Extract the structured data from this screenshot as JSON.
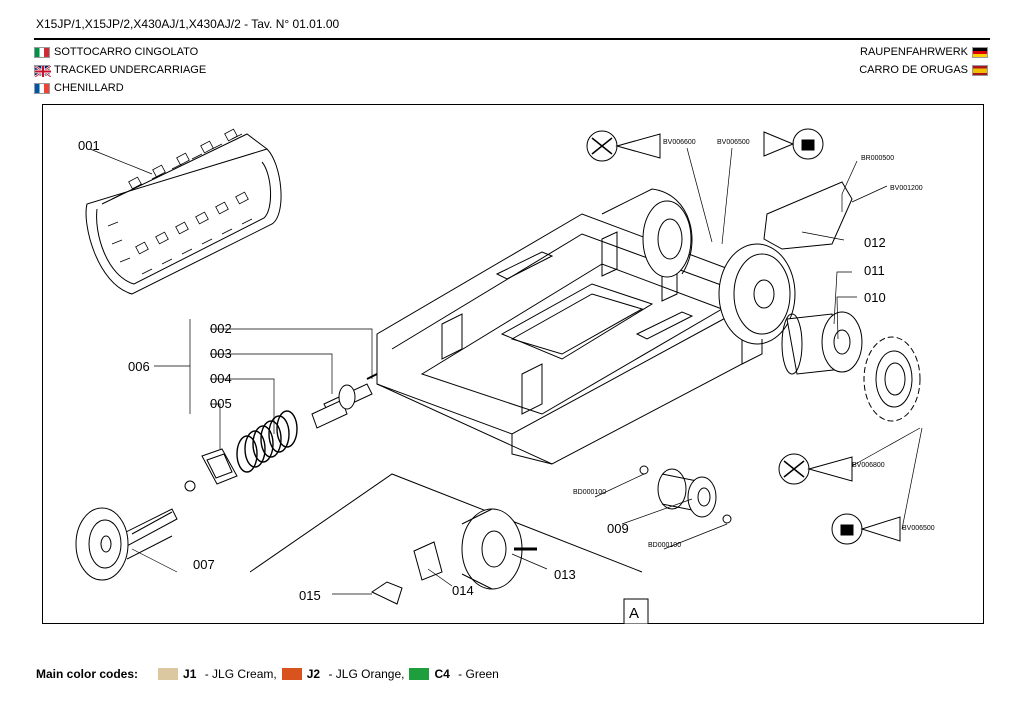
{
  "header": {
    "title": "X15JP/1,X15JP/2,X430AJ/1,X430AJ/2 - Tav. N° 01.01.00",
    "left_languages": [
      {
        "flag": "italy-flag",
        "label": "SOTTOCARRO CINGOLATO"
      },
      {
        "flag": "uk-flag",
        "label": "TRACKED UNDERCARRIAGE"
      },
      {
        "flag": "france-flag",
        "label": "CHENILLARD"
      }
    ],
    "right_languages": [
      {
        "flag": "germany-flag",
        "label": "RAUPENFAHRWERK"
      },
      {
        "flag": "spain-flag",
        "label": "CARRO DE ORUGAS"
      }
    ]
  },
  "drawing": {
    "parts": {
      "p001": "001",
      "p002": "002",
      "p003": "003",
      "p004": "004",
      "p005": "005",
      "p006": "006",
      "p007": "007",
      "p009": "009",
      "p010": "010",
      "p011": "011",
      "p012": "012",
      "p013": "013",
      "p014": "014",
      "p015": "015"
    },
    "codes": {
      "bv006600": "BV006600",
      "bv006500_top": "BV006500",
      "br000500": "BR000500",
      "bv001200": "BV001200",
      "bd000100_a": "BD000100",
      "bd000100_b": "BD000100",
      "bv006800": "BV006800",
      "bv006500_bottom": "BV006500"
    },
    "detail_label": "A"
  },
  "footer": {
    "heading": "Main color codes:",
    "colors": [
      {
        "code": "J1",
        "name": " - JLG Cream,",
        "hex": "#dcc8a0"
      },
      {
        "code": "J2",
        "name": " - JLG Orange,",
        "hex": "#d9531e"
      },
      {
        "code": "C4",
        "name": " - Green",
        "hex": "#1e9e3c"
      }
    ]
  }
}
